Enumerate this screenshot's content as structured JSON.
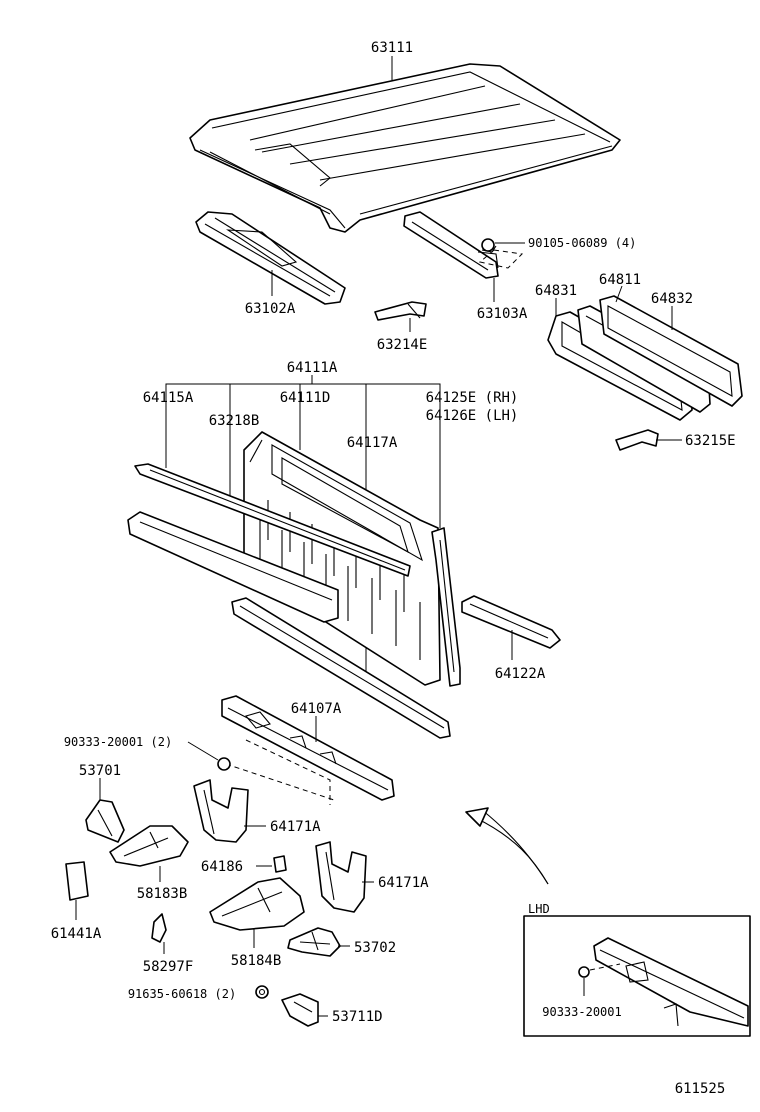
{
  "labels": {
    "p63111": "63111",
    "p90105": "90105-06089 (4)",
    "p63102A": "63102A",
    "p63103A": "63103A",
    "p63214E": "63214E",
    "p64831": "64831",
    "p64811": "64811",
    "p64832": "64832",
    "p63215E": "63215E",
    "p64111A": "64111A",
    "p64115A": "64115A",
    "p64111D": "64111D",
    "p64125E": "64125E (RH)",
    "p64126E": "64126E (LH)",
    "p63218B": "63218B",
    "p64117A": "64117A",
    "p64122A": "64122A",
    "p64107A": "64107A",
    "p90333a": "90333-20001 (2)",
    "p53701": "53701",
    "p64171A_1": "64171A",
    "p64186": "64186",
    "p58183B": "58183B",
    "p64171A_2": "64171A",
    "p61441A": "61441A",
    "p58297F": "58297F",
    "p58184B": "58184B",
    "p53702": "53702",
    "p91635": "91635-60618 (2)",
    "p53711D": "53711D",
    "p90333b": "90333-20001"
  },
  "inset_title": "LHD",
  "figure_id": "611525"
}
